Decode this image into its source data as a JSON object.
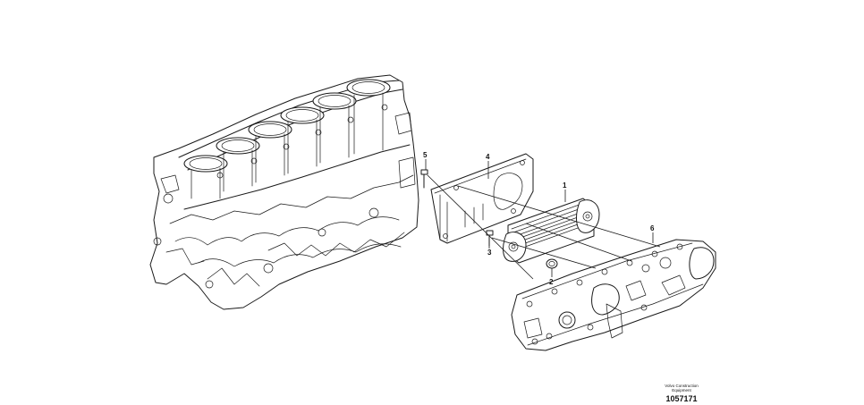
{
  "callouts": {
    "c1": "1",
    "c2": "2",
    "c3": "3",
    "c4": "4",
    "c5": "5",
    "c6": "6"
  },
  "footer": {
    "brand_line1": "Volvo Construction",
    "brand_line2": "Equipment",
    "drawing_number": "1057171"
  }
}
